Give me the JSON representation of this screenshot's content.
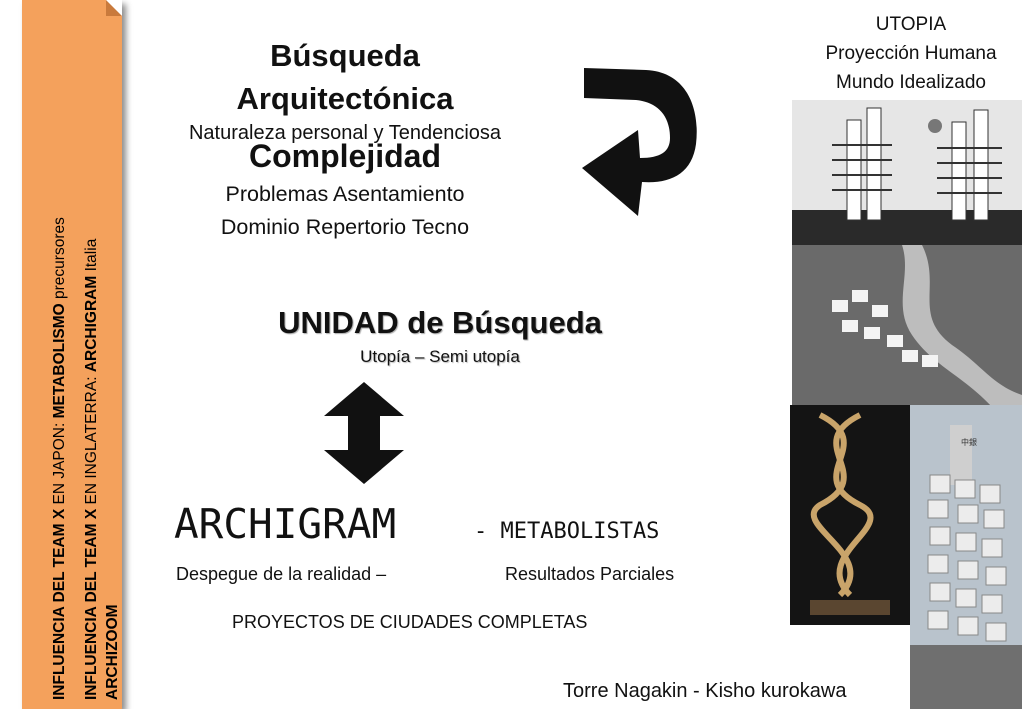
{
  "banner": {
    "line1_bold": "INFLUENCIA DEL TEAM X",
    "line1_normal": " EN JAPON: ",
    "line1_bold2": "METABOLISMO",
    "line1_normal2": " precursores",
    "line2_bold": "INFLUENCIA DEL TEAM X",
    "line2_normal": " EN INGLATERRA: ",
    "line2_bold2": "ARCHIGRAM",
    "line2_normal2": "  Italia",
    "line3_bold": "ARCHIZOOM"
  },
  "heading": {
    "busqueda_line1": "Búsqueda",
    "busqueda_line2": "Arquitectónica",
    "naturaleza": "Naturaleza personal y Tendenciosa",
    "complejidad": "Complejidad",
    "problemas_line1": "Problemas Asentamiento",
    "problemas_line2": "Dominio Repertorio Tecno"
  },
  "unidad": {
    "title": "UNIDAD de Búsqueda",
    "subtitle": "Utopía – Semi utopía"
  },
  "archigram": {
    "title": "ARCHIGRAM",
    "dash_meta": "- METABOLISTAS",
    "despegue": "Despegue de la realidad –",
    "resultados": "Resultados Parciales",
    "proyectos": "PROYECTOS DE CIUDADES COMPLETAS"
  },
  "utopia": {
    "line1": "UTOPIA",
    "line2": "Proyección Humana",
    "line3": "Mundo Idealizado"
  },
  "caption": "Torre Nagakin - Kisho kurokawa",
  "photo_sign": "中銀",
  "colors": {
    "banner": "#f4a15c",
    "arrow": "#111111"
  }
}
